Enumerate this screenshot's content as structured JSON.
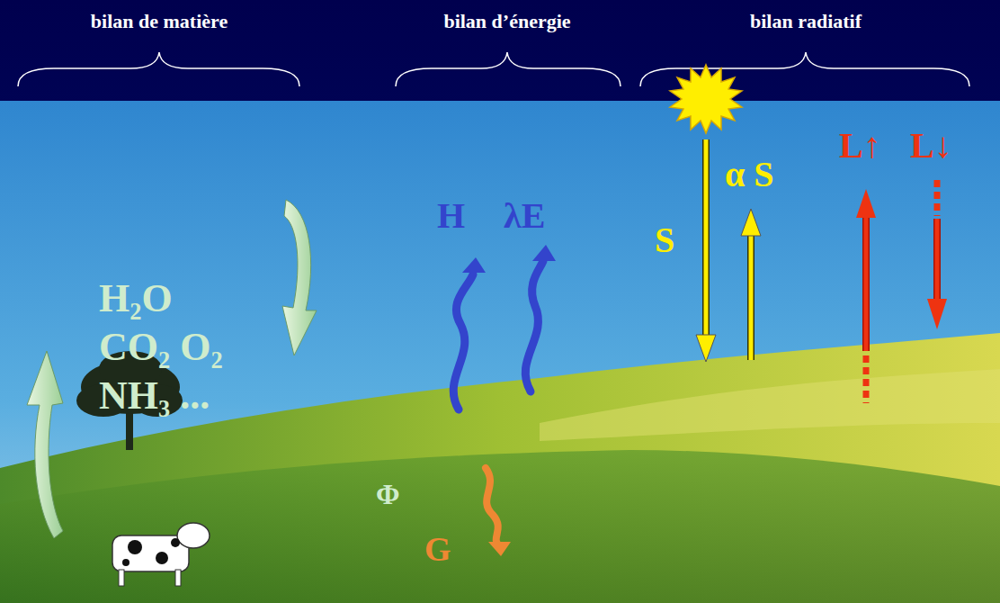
{
  "diagram": {
    "labels": [
      "bilan de matière",
      "bilan d’énergie",
      "bilan radiatif",
      "H₂O",
      "CO₂ O₂",
      "NH₃ ...",
      "H",
      "λE",
      "S",
      "α S",
      "L↑",
      "L↓",
      "Φ",
      "G"
    ]
  }
}
